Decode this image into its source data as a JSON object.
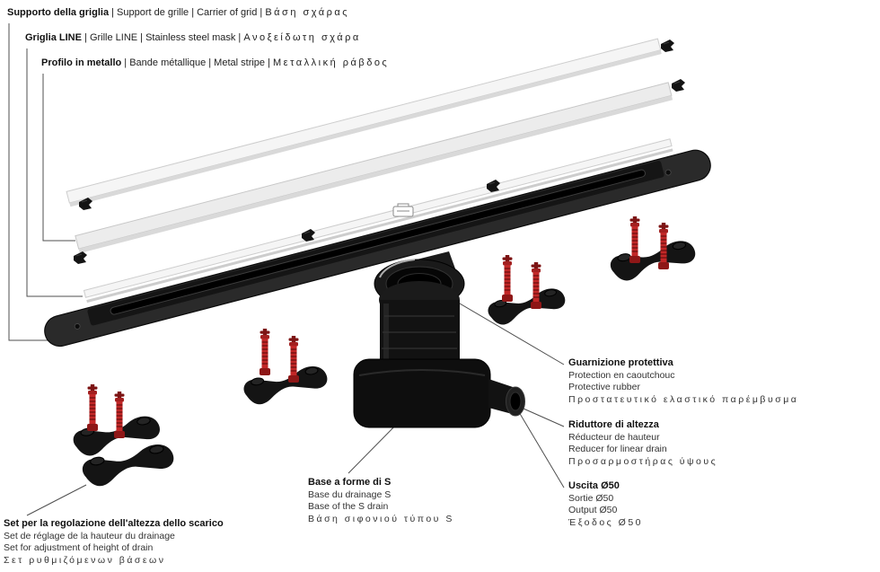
{
  "colors": {
    "screw_red": "#c22727",
    "screw_red_dark": "#7d1414",
    "part_black": "#141414",
    "leader": "#4f4f4f"
  },
  "labels": {
    "carrier": {
      "bold": "Supporto della griglia",
      "mid": "| Support de grille | Carrier of grid |",
      "greek": "Βάση σχάρας"
    },
    "grille": {
      "bold": "Griglia LINE",
      "mid": "| Grille LINE | Stainless steel mask |",
      "greek": "Ανοξείδωτη σχάρα"
    },
    "stripe": {
      "bold": "Profilo in metallo",
      "mid": "| Bande métallique | Metal stripe |",
      "greek": "Μεταλλική ράβδος"
    },
    "rubber": {
      "title": "Guarnizione protettiva",
      "fr": "Protection en caoutchouc",
      "en": "Protective rubber",
      "gr": "Προστατευτικό ελαστικό παρέμβυσμα"
    },
    "reducer": {
      "title": "Riduttore di altezza",
      "fr": "Réducteur de hauteur",
      "en": "Reducer for linear drain",
      "gr": "Προσαρμοστήρας ύψους"
    },
    "output": {
      "title": "Uscita Ø50",
      "fr": "Sortie Ø50",
      "en": "Output Ø50",
      "gr": "Έξοδος Ø50"
    },
    "sbase": {
      "title": "Base a forme di S",
      "fr": "Base du drainage S",
      "en": "Base of the S drain",
      "gr": "Βάση σιφονιού τύπου S"
    },
    "set": {
      "title": "Set per la regolazione dell'altezza dello scarico",
      "fr": "Set de réglage de la hauteur du drainage",
      "en": "Set for adjustment of height of drain",
      "gr": "Σετ ρυθμιζόμενων βάσεων"
    }
  }
}
